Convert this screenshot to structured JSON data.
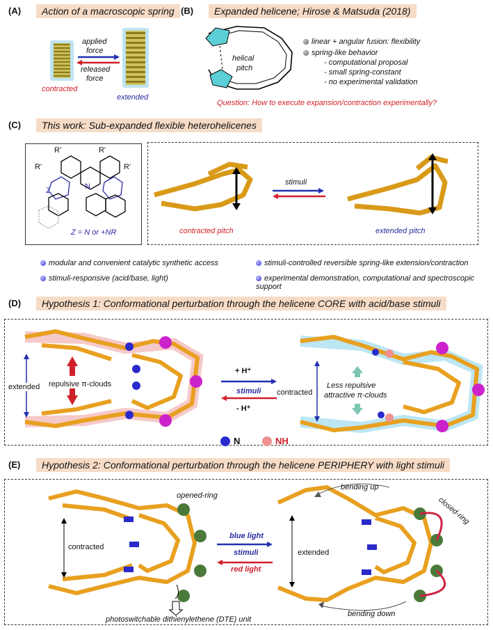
{
  "panelA": {
    "tag": "(A)",
    "title": "Action of a macroscopic spring",
    "applied": "applied",
    "force": "force",
    "released": "released",
    "released_force": "force",
    "contracted": "contracted",
    "extended": "extended"
  },
  "panelB": {
    "tag": "(B)",
    "title": "Expanded helicene; Hirose & Matsuda (2018)",
    "helical": "helical",
    "pitch": "pitch",
    "bullets": [
      "linear + angular fusion: flexibility",
      "spring-like behavior"
    ],
    "subs": [
      "- computational proposal",
      "- small spring-constant",
      "- no experimental validation"
    ],
    "question": "Question: How to execute expansion/contraction experimentally?"
  },
  "panelC": {
    "tag": "(C)",
    "title": "This work: Sub-expanded flexible heterohelicenes",
    "r1": "R'",
    "r2": "R'",
    "r3": "R'",
    "r4": "R'",
    "z": "Z",
    "n": "N",
    "zdef": "Z = N or +NR",
    "stimuli": "stimuli",
    "contracted": "contracted pitch",
    "extended": "extended pitch",
    "features": [
      "modular and convenient catalytic synthetic access",
      "stimuli-controlled reversible spring-like extension/contraction",
      "stimuli-responsive (acid/base, light)",
      "experimental demonstration, computational and spectroscopic support"
    ]
  },
  "panelD": {
    "tag": "(D)",
    "title": "Hypothesis 1: Conformational perturbation through the helicene CORE with acid/base stimuli",
    "extended": "extended",
    "repulsive": "repulsive π-clouds",
    "plus": "+ H⁺",
    "stimuli": "stimuli",
    "minus": "- H⁺",
    "contracted": "contracted",
    "less": "Less repulsive",
    "attractive": "attractive π-clouds",
    "n": "N",
    "nh": "NH"
  },
  "panelE": {
    "tag": "(E)",
    "title": "Hypothesis 2: Conformational perturbation through the helicene PERIPHERY with light stimuli",
    "opened": "opened-ring",
    "contracted": "contracted",
    "blue": "blue light",
    "stimuli": "stimuli",
    "red": "red light",
    "extended": "extended",
    "bending_up": "bending up",
    "closed": "closed-ring",
    "bending_down": "bending down",
    "dte": "photoswitchable dithienylethene (DTE) unit"
  },
  "colors": {
    "banner": "#f6dcc7",
    "red": "#d0202a",
    "blue": "#2a2aa0",
    "orange": "#e8a020",
    "teal": "#2a9aa0"
  }
}
